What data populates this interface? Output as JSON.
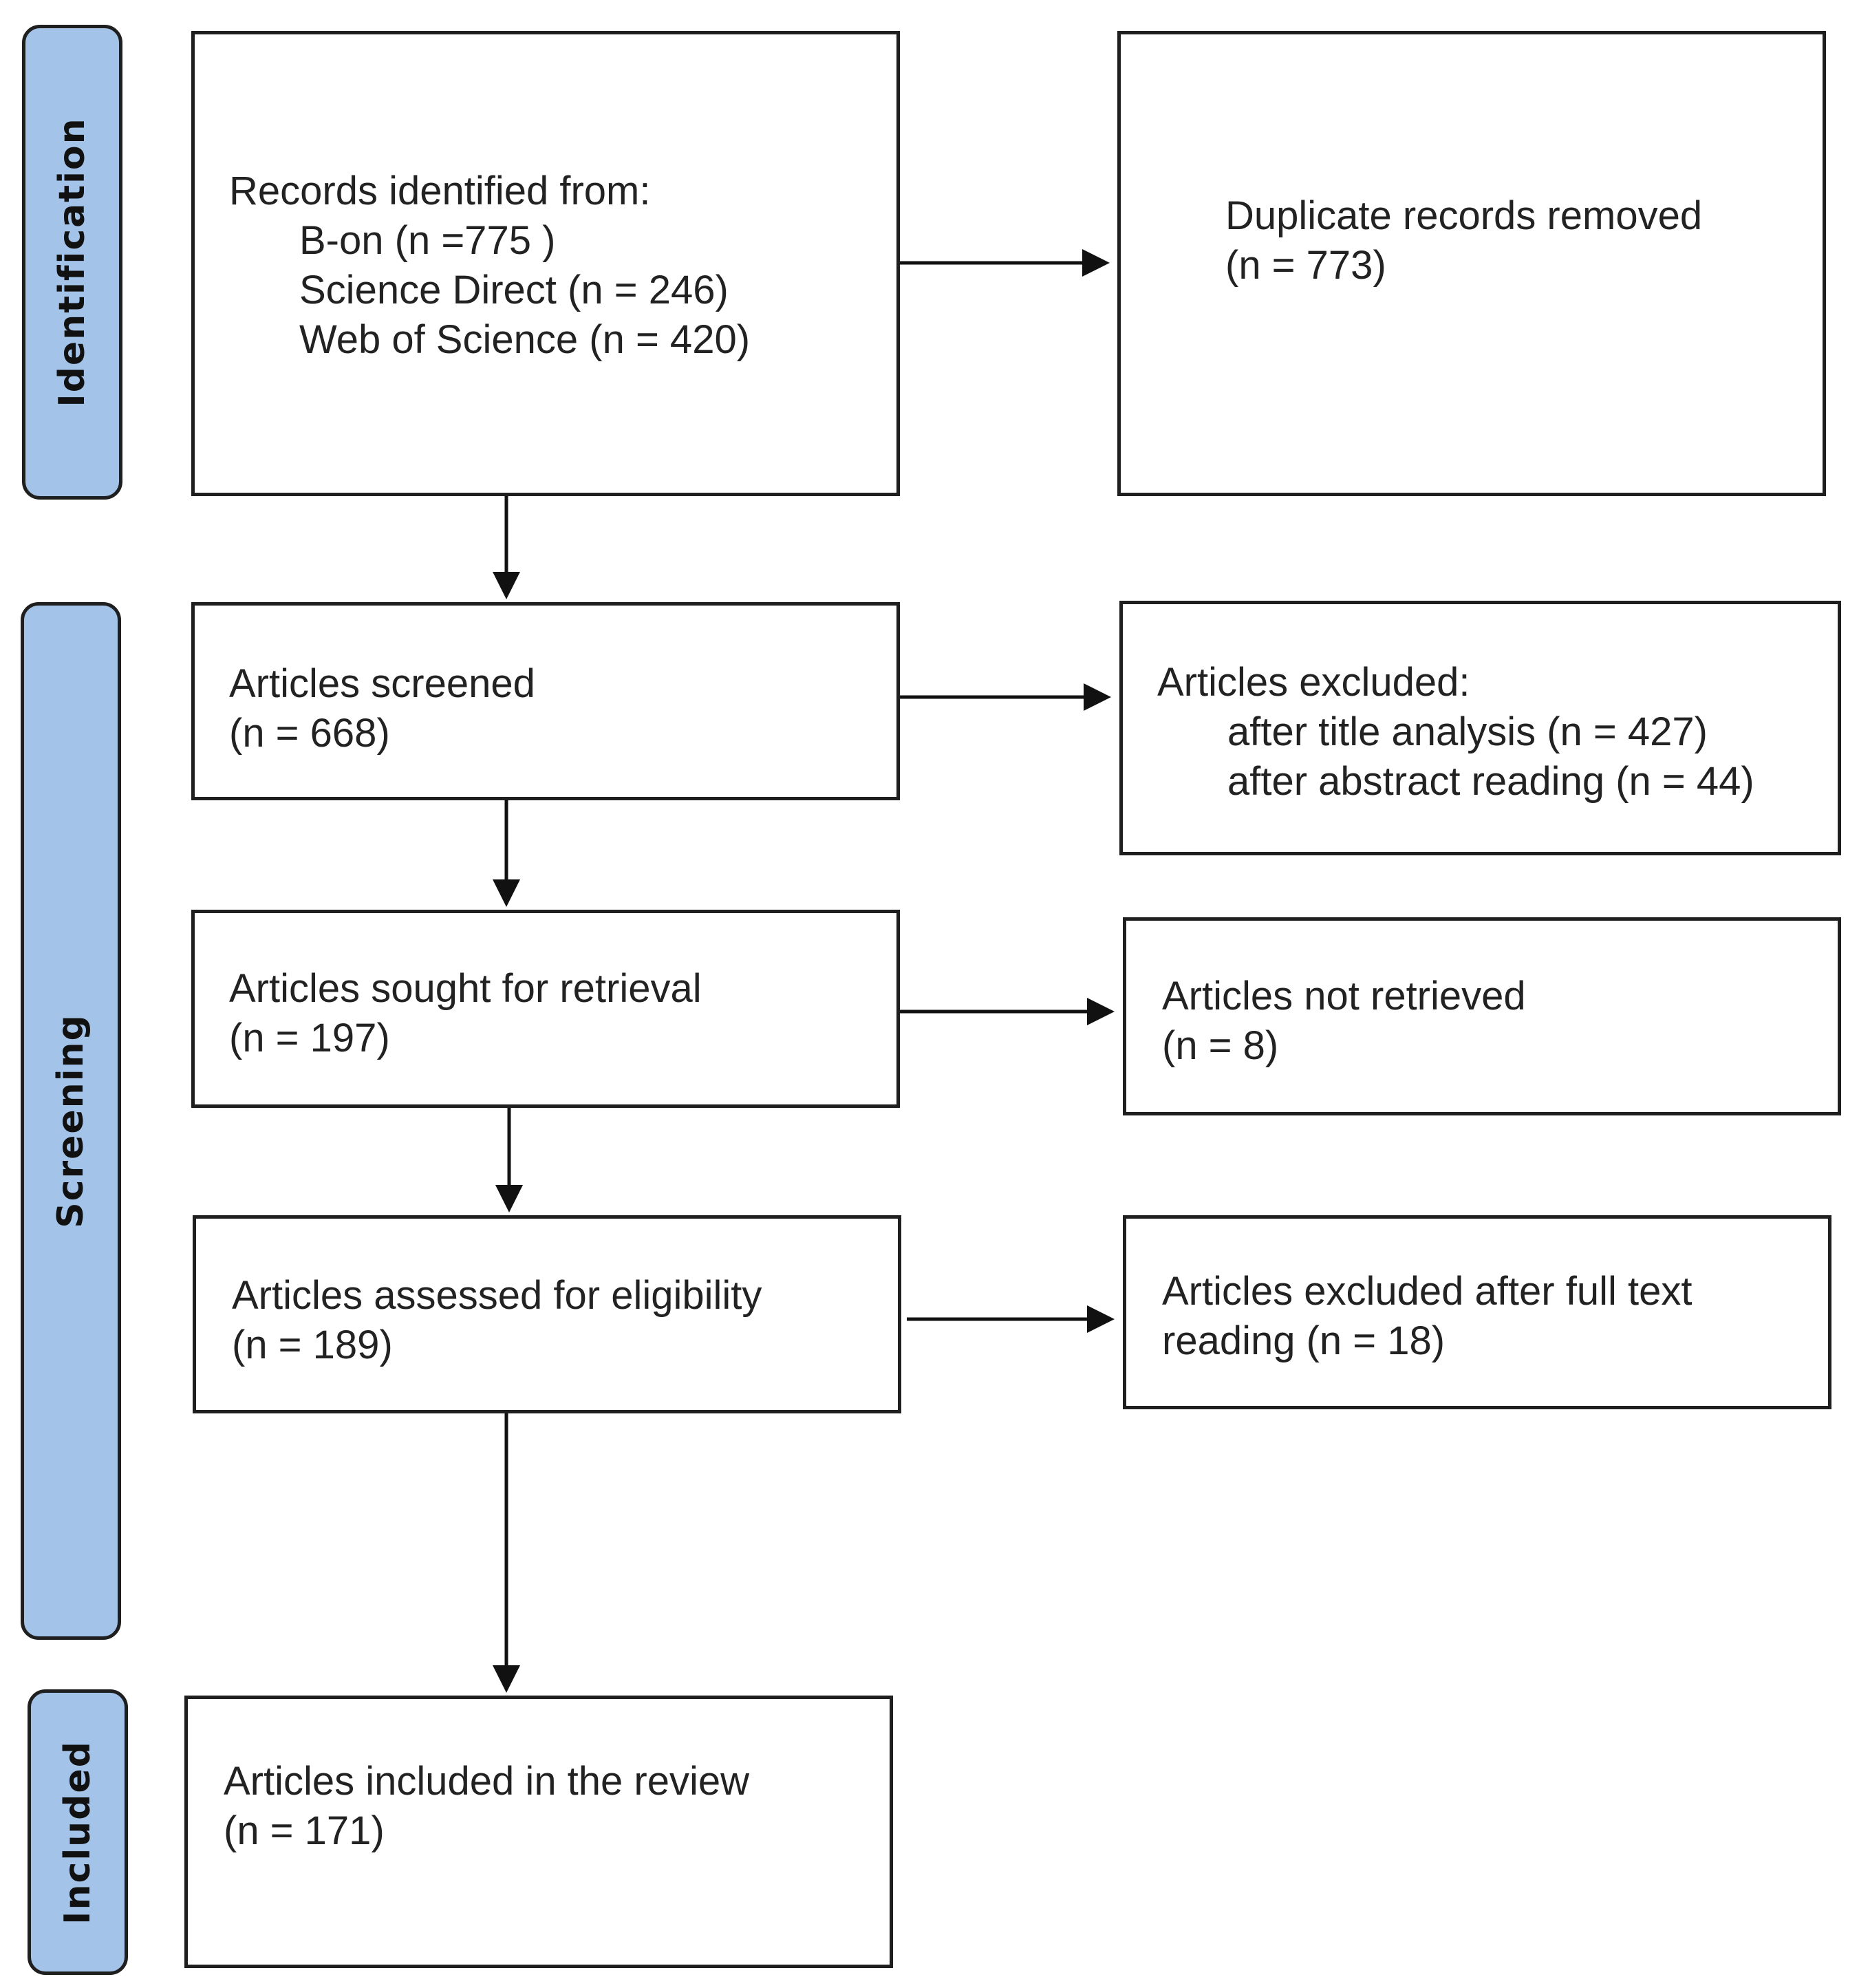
{
  "phases": {
    "identification": "Identification",
    "screening": "Screening",
    "included": "Included"
  },
  "records_identified": {
    "heading": "Records identified from:",
    "sources": [
      "B-on (n =775 )",
      "Science Direct (n = 246)",
      "Web of Science (n = 420)"
    ]
  },
  "duplicates_removed": {
    "label": "Duplicate records removed",
    "count": "(n = 773)"
  },
  "articles_screened": {
    "label": "Articles screened",
    "count": "(n = 668)"
  },
  "articles_excluded": {
    "heading": "Articles excluded:",
    "reasons": [
      "after title analysis (n = 427)",
      "after abstract reading (n = 44)"
    ]
  },
  "sought_for_retrieval": {
    "label": "Articles sought for retrieval",
    "count": "(n = 197)"
  },
  "not_retrieved": {
    "label": "Articles not retrieved",
    "count": "(n = 8)"
  },
  "assessed_for_eligibility": {
    "label": "Articles assessed for eligibility",
    "count": "(n = 189)"
  },
  "excluded_full_text": {
    "line1": "Articles excluded after full text",
    "line2": "reading (n = 18)"
  },
  "included_in_review": {
    "label": "Articles included in the review",
    "count": "(n = 171)"
  }
}
